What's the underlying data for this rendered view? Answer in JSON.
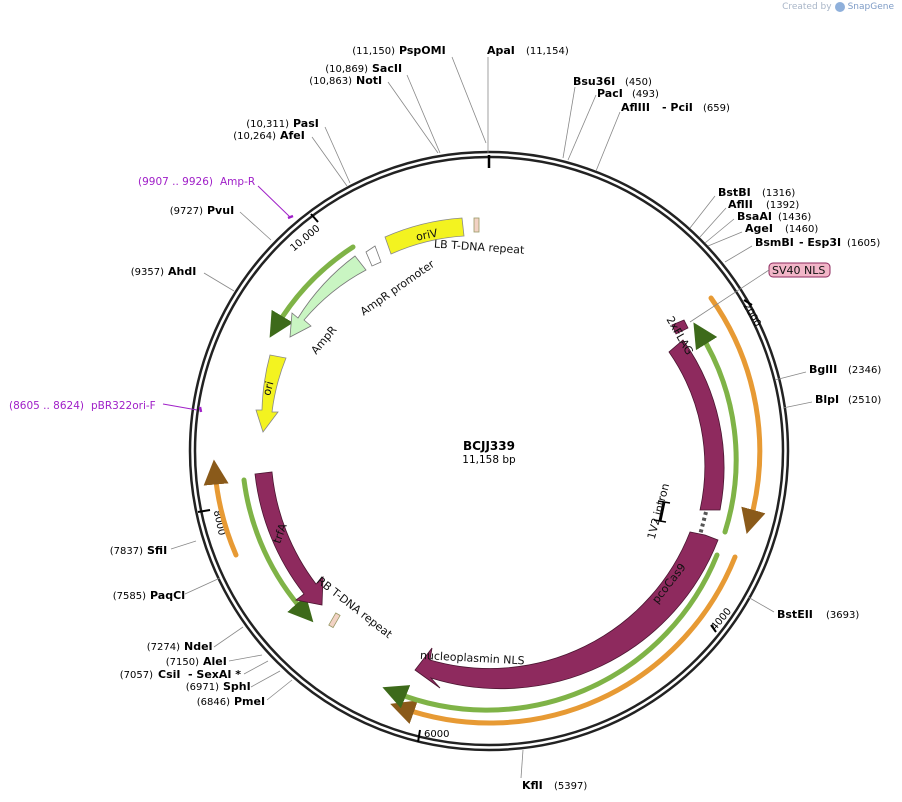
{
  "credit": {
    "prefix": "Created by",
    "brand": "SnapGene"
  },
  "plasmid": {
    "name": "BCJJ339",
    "length": "11,158 bp"
  },
  "enzymes": [
    {
      "name": "PspOMI",
      "pos": "(11,150)"
    },
    {
      "name": "ApaI",
      "pos": "(11,154)"
    },
    {
      "name": "SacII",
      "pos": "(10,869)"
    },
    {
      "name": "NotI",
      "pos": "(10,863)"
    },
    {
      "name": "PasI",
      "pos": "(10,311)"
    },
    {
      "name": "AfeI",
      "pos": "(10,264)"
    },
    {
      "name": "PvuI",
      "pos": "(9727)"
    },
    {
      "name": "AhdI",
      "pos": "(9357)"
    },
    {
      "name": "Bsu36I",
      "pos": "(450)"
    },
    {
      "name": "PacI",
      "pos": "(493)"
    },
    {
      "name": "AflIII",
      "pos": "(659)",
      "extra": "- PciI"
    },
    {
      "name": "BstBI",
      "pos": "(1316)"
    },
    {
      "name": "AflII",
      "pos": "(1392)"
    },
    {
      "name": "BsaAI",
      "pos": "(1436)"
    },
    {
      "name": "AgeI",
      "pos": "(1460)"
    },
    {
      "name": "BsmBI",
      "pos": "(1605)",
      "extra": "- Esp3I"
    },
    {
      "name": "BglII",
      "pos": "(2346)"
    },
    {
      "name": "BlpI",
      "pos": "(2510)"
    },
    {
      "name": "BstEII",
      "pos": "(3693)"
    },
    {
      "name": "KflI",
      "pos": "(5397)"
    },
    {
      "name": "PmeI",
      "pos": "(6846)"
    },
    {
      "name": "SphI",
      "pos": "(6971)"
    },
    {
      "name": "CsiI",
      "pos": "(7057)",
      "extra": "- SexAI *"
    },
    {
      "name": "AleI",
      "pos": "(7150)"
    },
    {
      "name": "NdeI",
      "pos": "(7274)"
    },
    {
      "name": "PaqCI",
      "pos": "(7585)"
    },
    {
      "name": "SfiI",
      "pos": "(7837)"
    }
  ],
  "primers": [
    {
      "range": "(9907 .. 9926)",
      "name": "Amp-R"
    },
    {
      "range": "(8605 .. 8624)",
      "name": "pBR322ori-F"
    }
  ],
  "features": [
    {
      "label": "oriV"
    },
    {
      "label": "LB T-DNA repeat"
    },
    {
      "label": "AmpR promoter"
    },
    {
      "label": "AmpR"
    },
    {
      "label": "ori"
    },
    {
      "label": "trfA"
    },
    {
      "label": "RB T-DNA repeat"
    },
    {
      "label": "2xFLAG"
    },
    {
      "label": "SV40 NLS"
    },
    {
      "label": "1V2 intron"
    },
    {
      "label": "pcoCas9"
    },
    {
      "label": "nucleoplasmin NLS"
    }
  ],
  "ticks": [
    "2000",
    "4000",
    "6000",
    "8000",
    "10,000"
  ],
  "colors": {
    "ring": "#222222",
    "cds": "#8e2a5e",
    "orange": "#e79a34",
    "green": "#7fb347",
    "yellow": "#f3f320",
    "ampr": "#c9f5c2",
    "repeat": "#f2d2c4",
    "primer": "#a020c8",
    "nls": "#f2b6c8"
  }
}
